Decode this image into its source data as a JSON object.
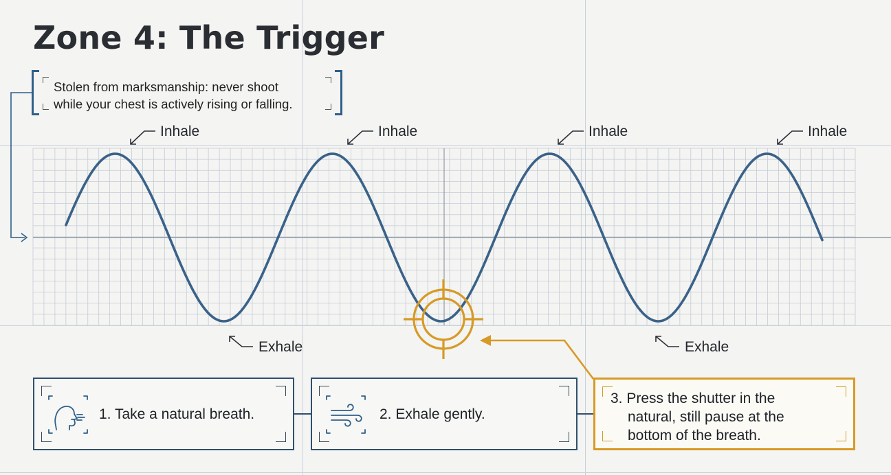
{
  "title": "Zone 4: The Trigger",
  "note": {
    "line1": "Stolen from marksmanship: never shoot",
    "line2": "while your chest is actively rising or falling."
  },
  "wave_labels": {
    "peak": "Inhale",
    "trough": "Exhale"
  },
  "steps": [
    {
      "text": "1. Take a natural breath.",
      "icon": "breathing-face-icon"
    },
    {
      "text": "2. Exhale gently.",
      "icon": "wind-icon"
    },
    {
      "line1": "3. Press the shutter in the",
      "line2": "natural, still pause at the",
      "line3": "bottom of the breath.",
      "icon": ""
    }
  ],
  "colors": {
    "wave": "#3a6289",
    "accent": "#d79a26",
    "frame": "#2f5f89",
    "grid": "#c4ccd6"
  }
}
